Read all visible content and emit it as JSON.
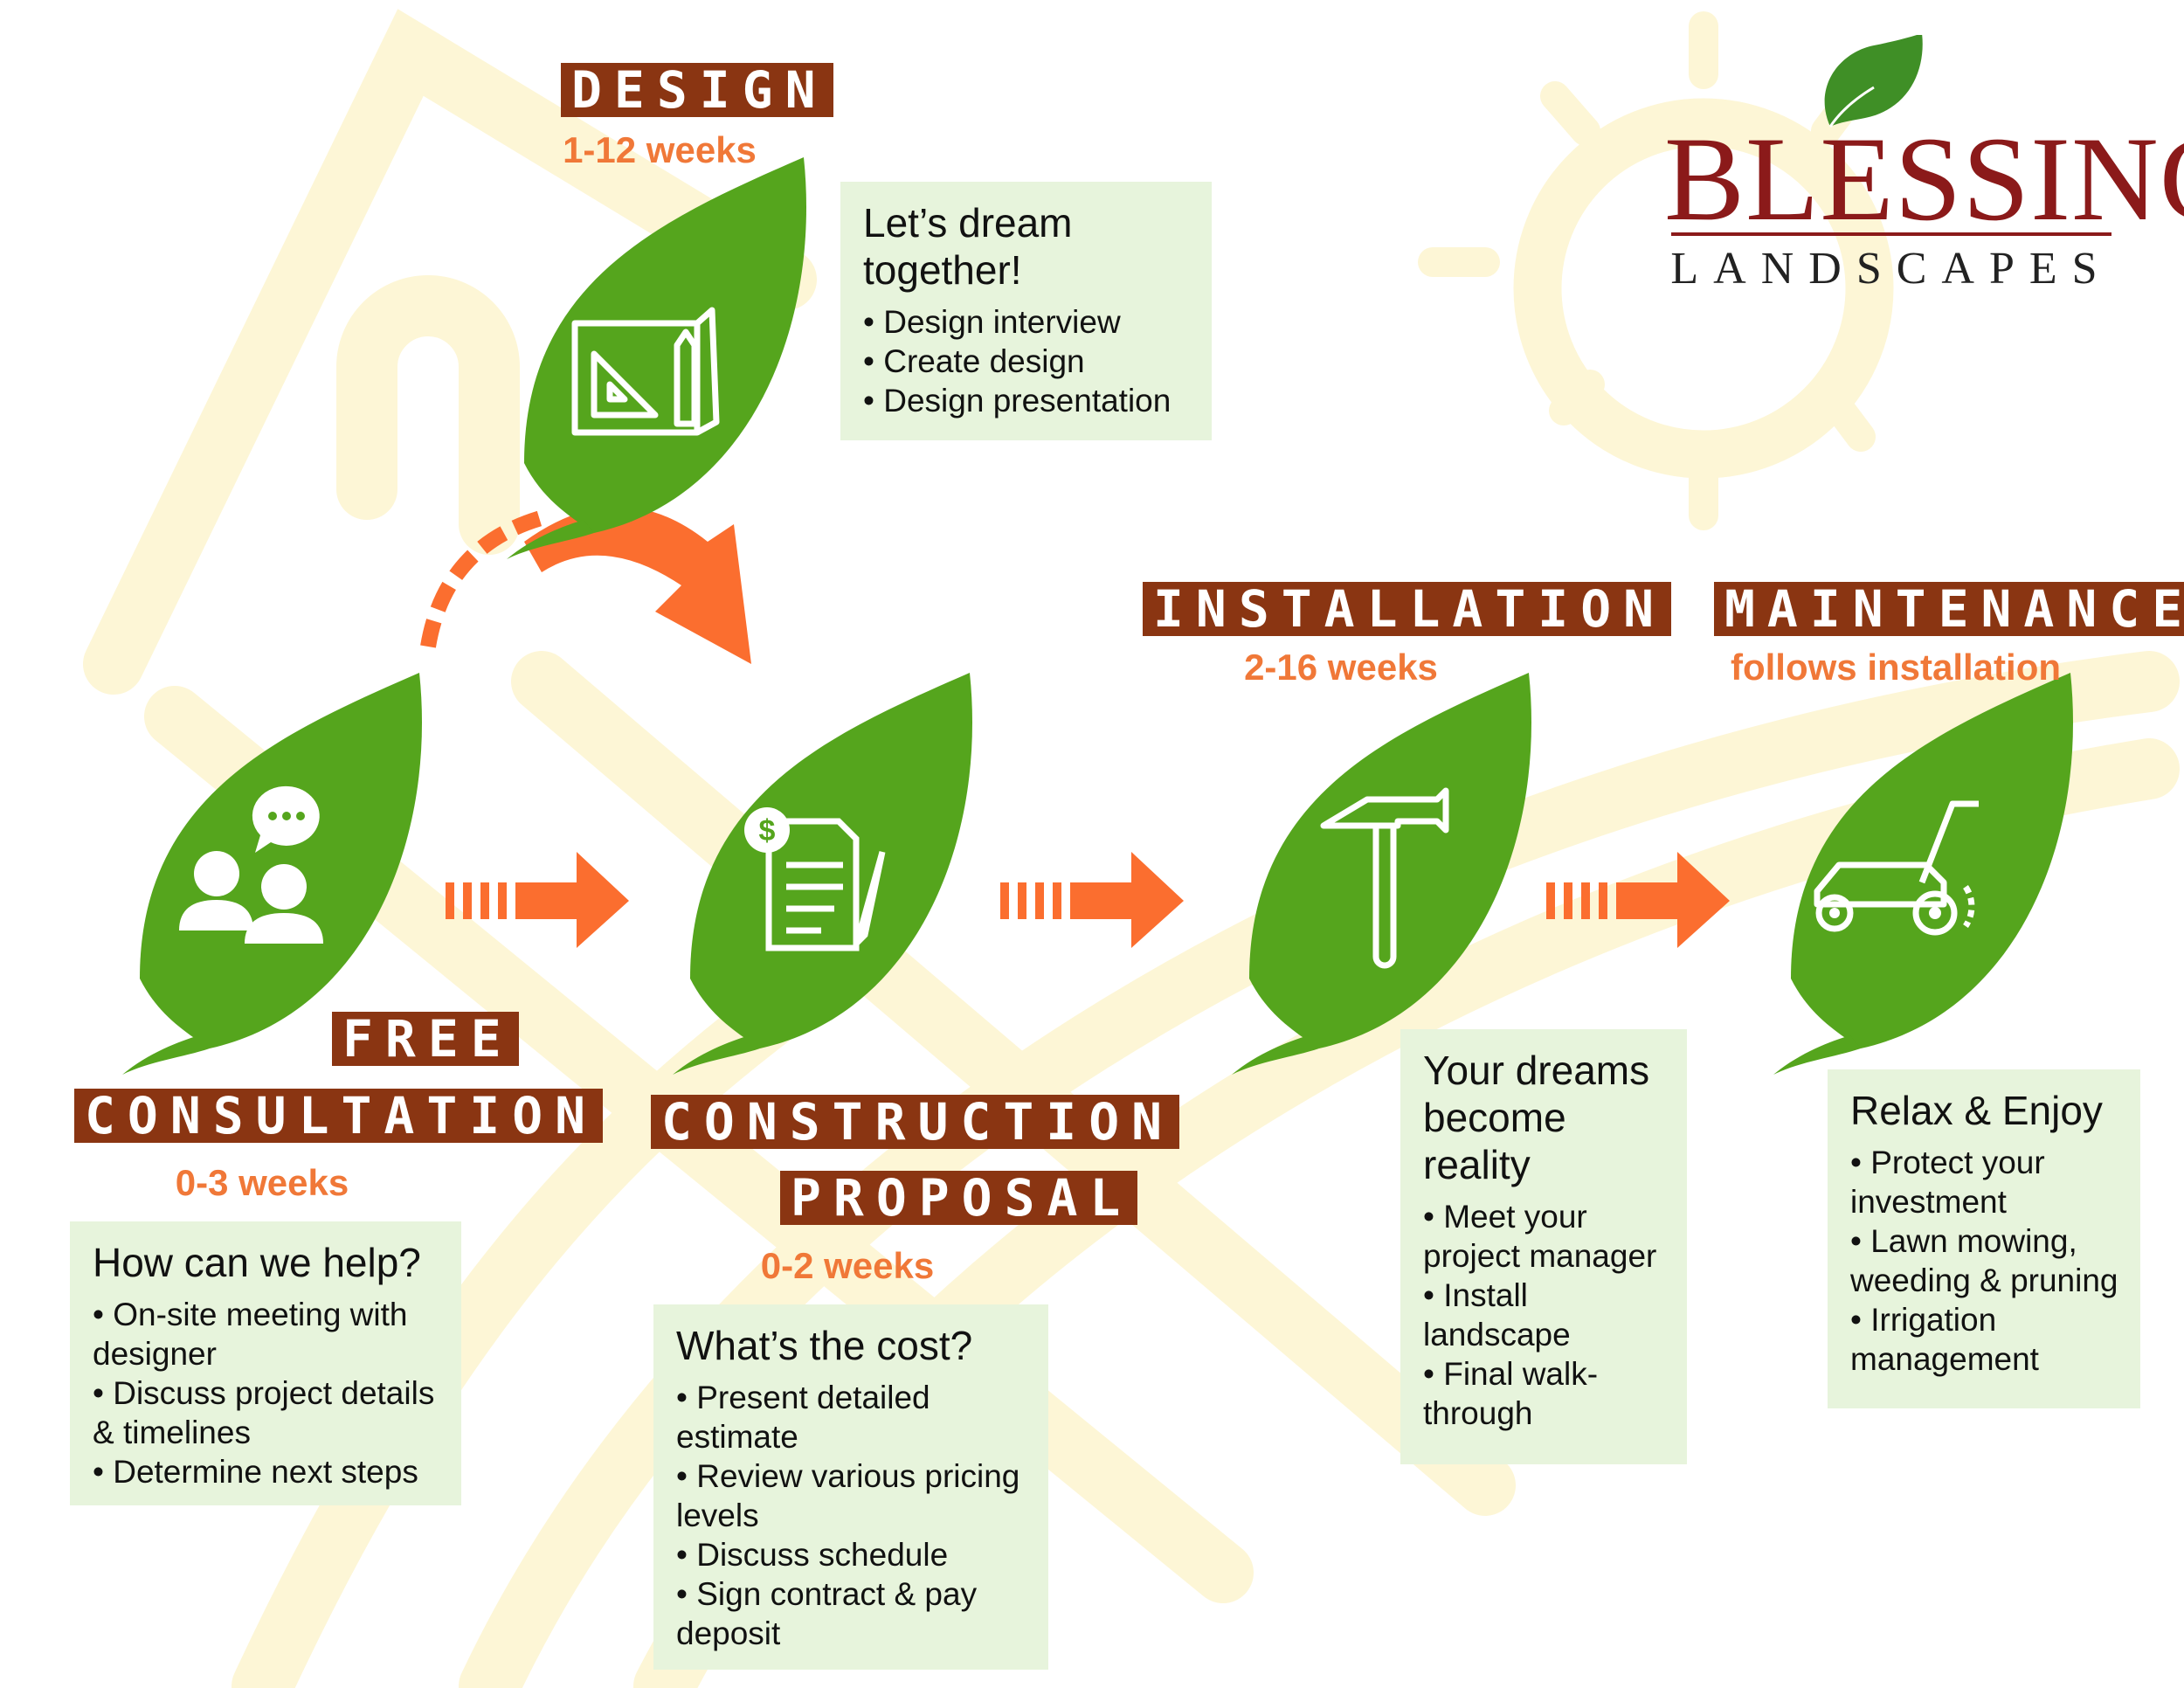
{
  "logo": {
    "brand": "BLESSING",
    "sub": "LANDSCAPES",
    "leaf_icon": "leaf-icon"
  },
  "colors": {
    "leaf": "#55a51d",
    "title_bg": "#8a3512",
    "time": "#f07838",
    "card_bg": "#e7f4dc",
    "arrow": "#fb6e2f",
    "brand": "#8b1a1a"
  },
  "stages": {
    "design": {
      "title": "DESIGN",
      "time": "1-12 weeks",
      "icon": "blueprint-icon",
      "card": {
        "heading": "Let’s dream together!",
        "items": [
          "Design interview",
          "Create design",
          "Design presentation"
        ]
      }
    },
    "consultation": {
      "title_1": "FREE",
      "title_2": "CONSULTATION",
      "time": "0-3 weeks",
      "icon": "people-chat-icon",
      "card": {
        "heading": "How can we help?",
        "items": [
          "On-site meeting with designer",
          "Discuss project details & timelines",
          "Determine next steps"
        ]
      }
    },
    "proposal": {
      "title_1": "CONSTRUCTION",
      "title_2": "PROPOSAL",
      "time": "0-2 weeks",
      "icon": "contract-icon",
      "card": {
        "heading": "What’s the cost?",
        "items": [
          "Present detailed estimate",
          "Review various pricing levels",
          "Discuss schedule",
          "Sign contract & pay deposit"
        ]
      }
    },
    "installation": {
      "title": "INSTALLATION",
      "time": "2-16 weeks",
      "icon": "hammer-icon",
      "card": {
        "heading": "Your dreams become reality",
        "items": [
          "Meet your project manager",
          "Install landscape",
          "Final walk-through"
        ]
      }
    },
    "maintenance": {
      "title": "MAINTENANCE",
      "time": "follows installation",
      "icon": "lawn-mower-icon",
      "card": {
        "heading": "Relax & Enjoy",
        "items": [
          "Protect your investment",
          "Lawn mowing, weeding & pruning",
          "Irrigation management"
        ]
      }
    }
  }
}
